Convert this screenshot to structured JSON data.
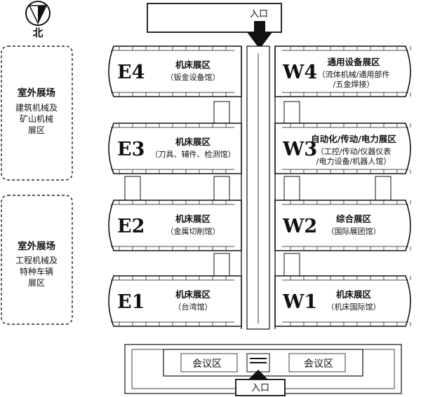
{
  "compass": {
    "label": "北",
    "icon": "north-arrow-icon"
  },
  "top_entrance": {
    "label": "入口"
  },
  "bottom_entrance": {
    "label": "入口"
  },
  "meeting_rooms": {
    "left_label": "会议区",
    "right_label": "会议区"
  },
  "outdoor_areas": [
    {
      "title": "室外展场",
      "lines": [
        "建筑机械及",
        "矿山机械",
        "展区"
      ]
    },
    {
      "title": "室外展场",
      "lines": [
        "工程机械及",
        "特种车辆",
        "展区"
      ]
    }
  ],
  "halls": [
    {
      "code": "E4",
      "title": "机床展区",
      "lines": [
        "（钣金设备馆）"
      ]
    },
    {
      "code": "W4",
      "title": "通用设备展区",
      "lines": [
        "（流体机械/通用部件",
        "/五金焊接）"
      ]
    },
    {
      "code": "E3",
      "title": "机床展区",
      "lines": [
        "（刀具、辅件、检测馆）"
      ]
    },
    {
      "code": "W3",
      "title": "自动化/传动/电力展区",
      "lines": [
        "（工控/传动/仪器仪表",
        "/电力设备/机器人馆）"
      ]
    },
    {
      "code": "E2",
      "title": "机床展区",
      "lines": [
        "（金属切削馆）"
      ]
    },
    {
      "code": "W2",
      "title": "综合展区",
      "lines": [
        "（国际展团馆）"
      ]
    },
    {
      "code": "E1",
      "title": "机床展区",
      "lines": [
        "（台湾馆）"
      ]
    },
    {
      "code": "W1",
      "title": "机床展区",
      "lines": [
        "（机床国际馆）"
      ]
    }
  ]
}
